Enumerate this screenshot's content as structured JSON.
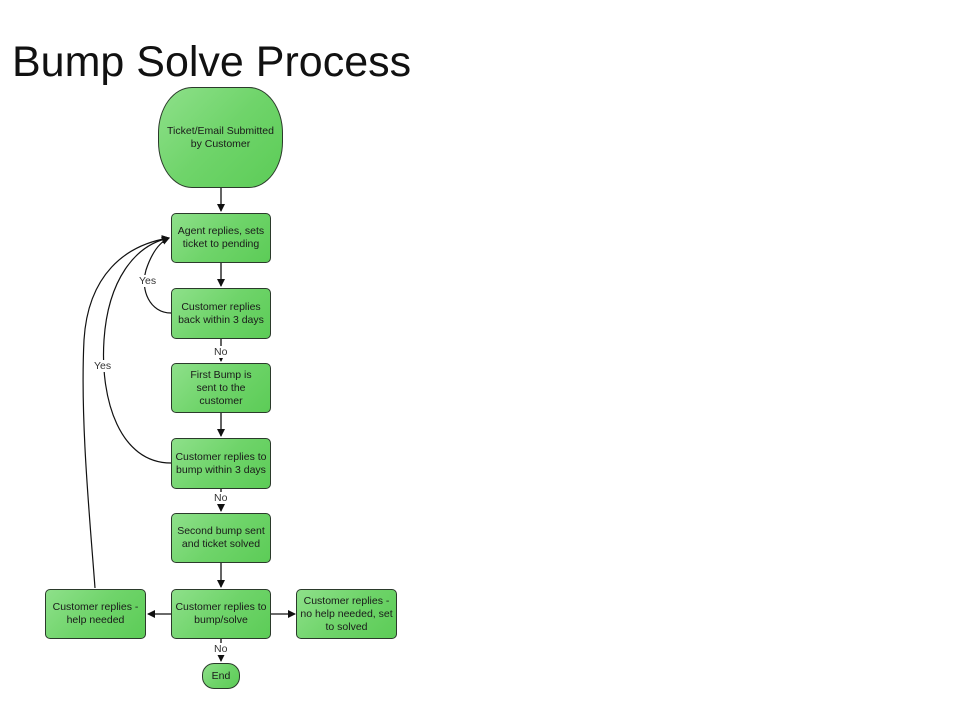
{
  "title": "Bump Solve Process",
  "nodes": {
    "start": "Ticket/Email Submitted by Customer",
    "agent_replies": "Agent replies, sets ticket to pending",
    "customer_replies_3days": "Customer replies back within 3 days",
    "first_bump": "First Bump is sent to the customer",
    "replies_to_bump": "Customer replies to bump within 3 days",
    "second_bump": "Second bump sent and ticket solved",
    "replies_bump_solve": "Customer replies to bump/solve",
    "help_needed": "Customer replies - help needed",
    "no_help_needed": "Customer replies - no help needed, set to solved",
    "end": "End"
  },
  "edge_labels": {
    "yes_1": "Yes",
    "yes_2": "Yes",
    "no_1": "No",
    "no_2": "No",
    "no_3": "No"
  },
  "colors": {
    "node_fill": "#6fd46a",
    "node_border": "#2b3a2b",
    "edge": "#111111"
  }
}
